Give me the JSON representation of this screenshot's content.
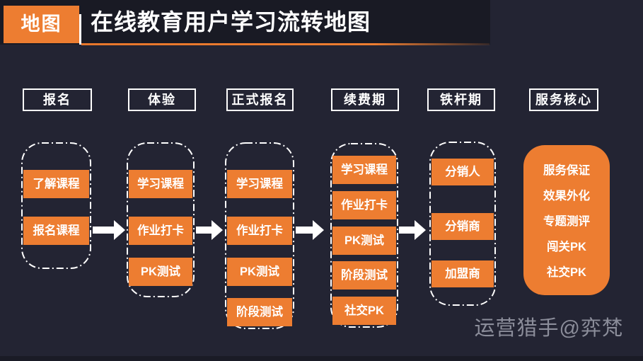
{
  "header": {
    "badge": "地图",
    "title": "在线教育用户学习流转地图"
  },
  "columns": [
    {
      "id": "signup",
      "header": "报名",
      "style": "dashed",
      "items": [
        "了解课程",
        "报名课程"
      ]
    },
    {
      "id": "trial",
      "header": "体验",
      "style": "dashed",
      "items": [
        "学习课程",
        "作业打卡",
        "PK测试"
      ]
    },
    {
      "id": "formal",
      "header": "正式报名",
      "style": "dashed",
      "items": [
        "学习课程",
        "作业打卡",
        "PK测试",
        "阶段测试"
      ]
    },
    {
      "id": "renewal",
      "header": "续费期",
      "style": "dashed",
      "items": [
        "学习课程",
        "作业打卡",
        "PK测试",
        "阶段测试",
        "社交PK"
      ]
    },
    {
      "id": "loyal",
      "header": "铁杆期",
      "style": "dashed",
      "items": [
        "分销人",
        "分销商",
        "加盟商"
      ]
    },
    {
      "id": "service",
      "header": "服务核心",
      "style": "solid",
      "items": [
        "服务保证",
        "效果外化",
        "专题测评",
        "闯关PK",
        "社交PK"
      ]
    }
  ],
  "icons": {
    "flow_arrow": "right-arrow"
  },
  "footer": {
    "watermark": "运营猎手@弈梵"
  },
  "colors": {
    "background": "#232433",
    "title_band": "#191A24",
    "accent_orange": "#ED7D31",
    "text_white": "#FFFFFF",
    "watermark_gray": "#9EA0AC",
    "bottom_strip": "#1A1B26"
  }
}
